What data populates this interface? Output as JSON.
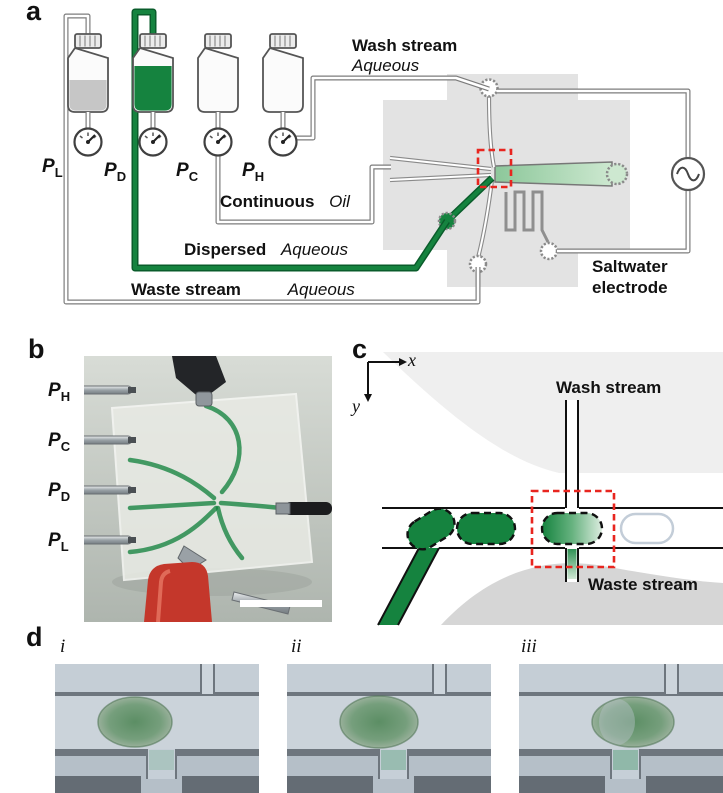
{
  "colors": {
    "green": "#15833f",
    "green-dark": "#0a5c2b",
    "green-light": "#cde8d0",
    "red": "#e8251f",
    "chip-gray": "#e3e3e3",
    "wall-light": "#efefef",
    "wall-dark": "#d6d6d6"
  },
  "panel_a": {
    "label": "a",
    "gauges": [
      {
        "base": "P",
        "sub": "L"
      },
      {
        "base": "P",
        "sub": "D"
      },
      {
        "base": "P",
        "sub": "C"
      },
      {
        "base": "P",
        "sub": "H"
      }
    ],
    "wash": {
      "name": "Wash stream",
      "phase": "Aqueous"
    },
    "continuous": {
      "name": "Continuous",
      "phase": "Oil"
    },
    "dispersed": {
      "name": "Dispersed",
      "phase": "Aqueous"
    },
    "waste": {
      "name": "Waste stream",
      "phase": "Aqueous"
    },
    "electrode": "Saltwater electrode"
  },
  "panel_b": {
    "label": "b",
    "ports": [
      {
        "base": "P",
        "sub": "H"
      },
      {
        "base": "P",
        "sub": "C"
      },
      {
        "base": "P",
        "sub": "D"
      },
      {
        "base": "P",
        "sub": "L"
      }
    ]
  },
  "panel_c": {
    "label": "c",
    "x_axis": "x",
    "y_axis": "y",
    "wash": "Wash stream",
    "waste": "Waste stream"
  },
  "panel_d": {
    "label": "d",
    "frames": [
      {
        "label": "i"
      },
      {
        "label": "ii"
      },
      {
        "label": "iii"
      }
    ]
  }
}
